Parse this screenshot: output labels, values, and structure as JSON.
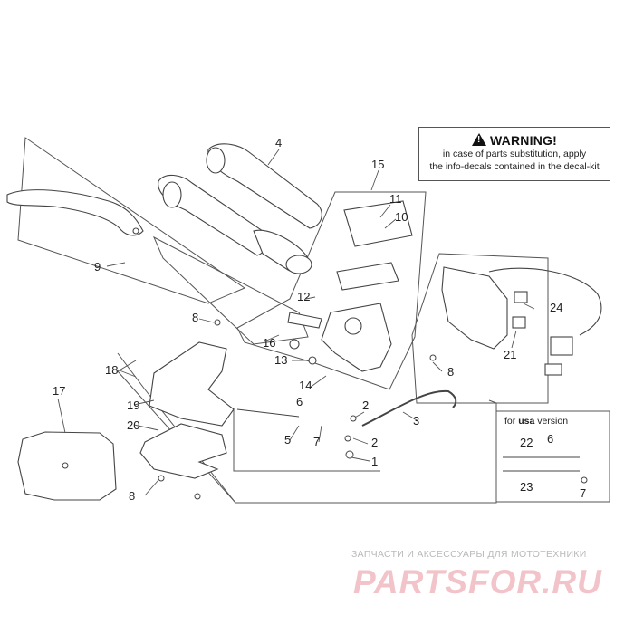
{
  "warning": {
    "title": "WARNING!",
    "line1": "in case of parts substitution, apply",
    "line2": "the info-decals contained in the decal-kit"
  },
  "usa_box": {
    "prefix": "for",
    "bold": "usa",
    "suffix": "version"
  },
  "callouts": {
    "c1": "1",
    "c2a": "2",
    "c2b": "2",
    "c3": "3",
    "c4": "4",
    "c5": "5",
    "c6a": "6",
    "c6b": "6",
    "c7a": "7",
    "c7b": "7",
    "c8a": "8",
    "c8b": "8",
    "c8c": "8",
    "c9": "9",
    "c10": "10",
    "c11": "11",
    "c12": "12",
    "c13": "13",
    "c14": "14",
    "c15": "15",
    "c16": "16",
    "c17": "17",
    "c18": "18",
    "c19": "19",
    "c20": "20",
    "c21": "21",
    "c22": "22",
    "c23": "23",
    "c24": "24"
  },
  "watermark": {
    "tagline": "ЗАПЧАСТИ И АКСЕССУАРЫ ДЛЯ МОТОТЕХНИКИ",
    "logo": "PARTSFOR.RU"
  },
  "colors": {
    "line": "#555555",
    "watermark": "#f2c3c8"
  }
}
